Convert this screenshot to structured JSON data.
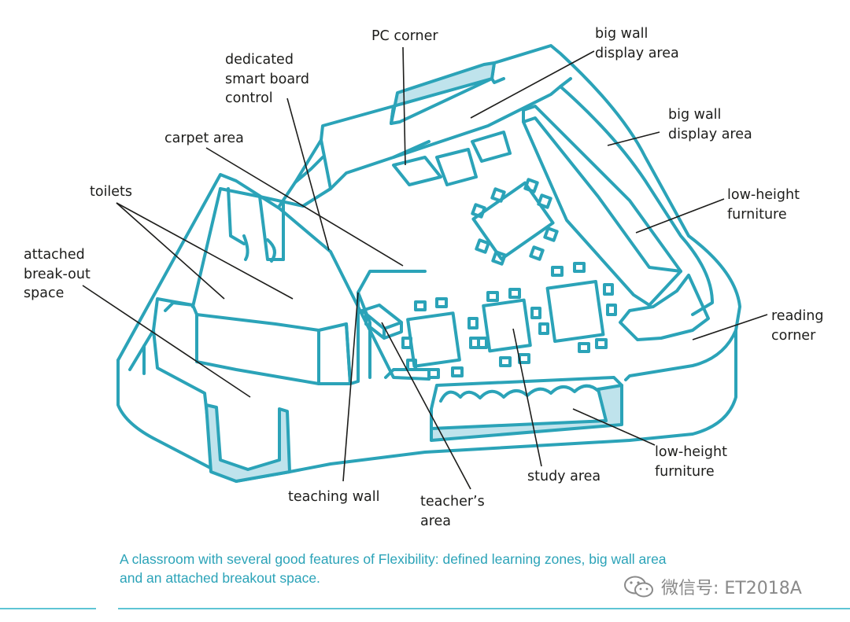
{
  "labels": {
    "pc_corner": "PC corner",
    "big_wall_top": "big wall\ndisplay area",
    "dedicated_smart_board": "dedicated\nsmart board\ncontrol",
    "big_wall_right": "big wall\ndisplay area",
    "carpet_area": "carpet area",
    "toilets": "toilets",
    "low_height_furniture_right": "low-height\nfurniture",
    "attached_breakout": "attached\nbreak-out\nspace",
    "reading_corner": "reading\ncorner",
    "low_height_furniture_bottom": "low-height\nfurniture",
    "study_area": "study area",
    "teaching_wall": "teaching wall",
    "teachers_area": "teacher’s\narea"
  },
  "caption": {
    "line1": "A classroom with several good features of Flexibility: defined learning zones, big wall area",
    "line2": "and an attached breakout space."
  },
  "watermark": "微信号: ET2018A",
  "colors": {
    "outline": "#2ba3b8",
    "fill_light": "#bfe3ec",
    "leader": "#1d1d1b",
    "caption": "#2ba3b8",
    "watermark": "#8a8a8a"
  }
}
